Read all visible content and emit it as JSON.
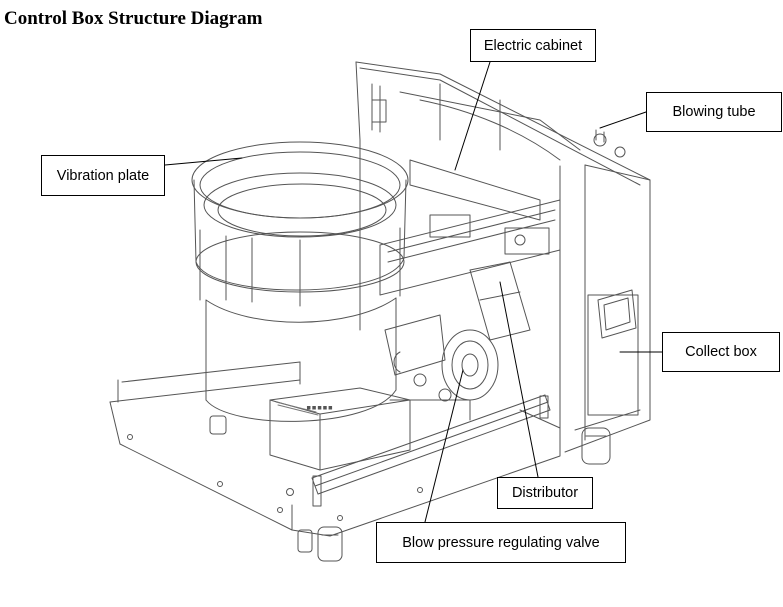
{
  "title": "Control Box Structure Diagram",
  "callouts": {
    "electric_cabinet": "Electric cabinet",
    "blowing_tube": "Blowing tube",
    "vibration_plate": "Vibration plate",
    "collect_box": "Collect box",
    "distributor": "Distributor",
    "blow_pressure_valve": "Blow pressure regulating valve"
  },
  "panel_text": "▪▪▪▪▪"
}
